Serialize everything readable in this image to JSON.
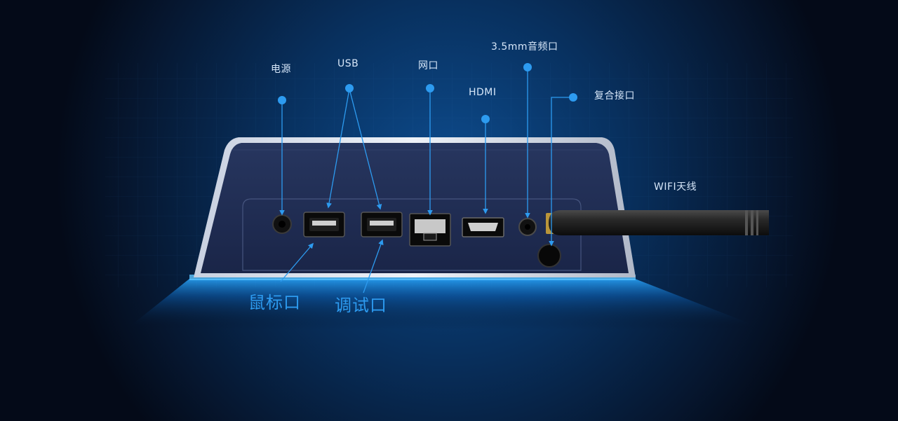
{
  "labels": {
    "power": "电源",
    "usb": "USB",
    "network": "网口",
    "hdmi": "HDMI",
    "audio": "3.5mm音频口",
    "composite": "复合接口",
    "wifi": "WIFI天线",
    "mouse": "鼠标口",
    "debug": "调试口"
  },
  "colors": {
    "background": "#040a18",
    "accent": "#2d9bf0",
    "device_body": "#1d2a52",
    "label_text": "#d6e6f8"
  }
}
